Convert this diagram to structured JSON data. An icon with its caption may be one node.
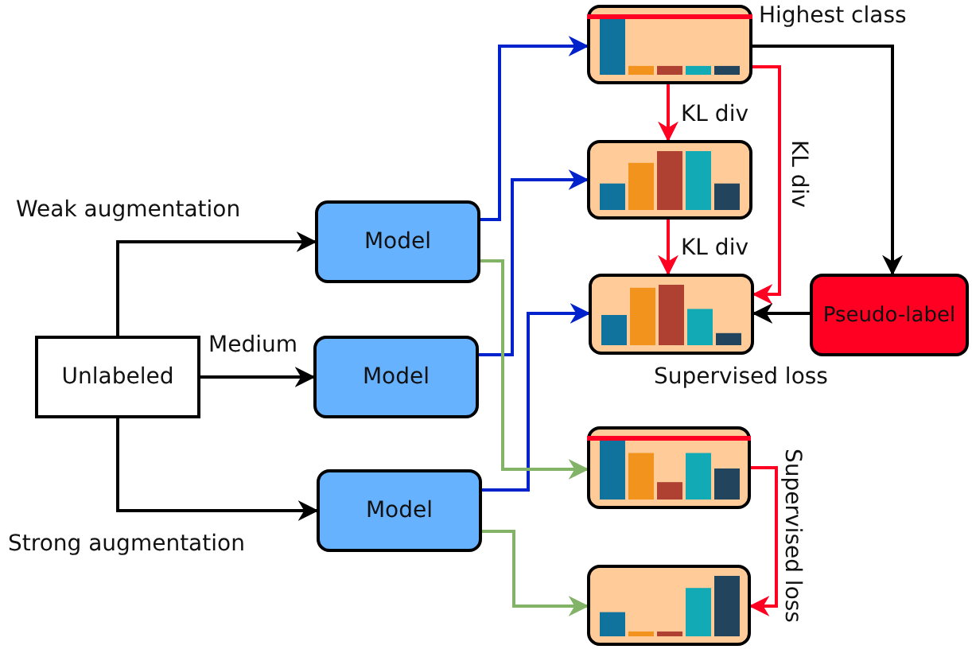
{
  "diagram": {
    "nodes": [
      {
        "text": [
          "Unlabeled"
        ]
      },
      {
        "text": [
          "Model"
        ]
      },
      {
        "text": [
          "Model"
        ]
      },
      {
        "text": [
          "Model"
        ]
      },
      {
        "text": [],
        "shape": "box",
        "beside": [
          "Highest class"
        ]
      },
      {
        "text": [],
        "shape": "box"
      },
      {
        "text": [],
        "shape": "box",
        "beside": [
          "Supervised loss"
        ]
      },
      {
        "text": [],
        "shape": "box"
      },
      {
        "text": [],
        "shape": "box"
      },
      {
        "text": [
          "Pseudo-label"
        ]
      }
    ],
    "edges": [
      {
        "from": 0,
        "to": 1,
        "arrow": "to",
        "label": "Weak augmentation"
      },
      {
        "from": 0,
        "to": 2,
        "arrow": "to",
        "label": "Medium"
      },
      {
        "from": 0,
        "to": 3,
        "arrow": "to",
        "label": "Strong augmentation"
      },
      {
        "from": 1,
        "to": 4,
        "arrow": "to",
        "color": "#0022cc"
      },
      {
        "from": 2,
        "to": 5,
        "arrow": "to",
        "color": "#0022cc"
      },
      {
        "from": 3,
        "to": 6,
        "arrow": "to",
        "color": "#0022cc"
      },
      {
        "from": 1,
        "to": 7,
        "arrow": "to",
        "color": "#82b366"
      },
      {
        "from": 3,
        "to": 8,
        "arrow": "to",
        "color": "#82b366"
      },
      {
        "from": 4,
        "to": 5,
        "arrow": "to",
        "label": "KL div",
        "color": "#ff0022"
      },
      {
        "from": 5,
        "to": 6,
        "arrow": "to",
        "label": "KL div",
        "color": "#ff0022"
      },
      {
        "from": 4,
        "to": 6,
        "arrow": "to",
        "label": "KL div",
        "color": "#ff0022"
      },
      {
        "from": 4,
        "to": 9,
        "arrow": "to"
      },
      {
        "from": 9,
        "to": 6,
        "arrow": "to"
      },
      {
        "from": 7,
        "to": 8,
        "arrow": "to",
        "label": "Supervised loss",
        "color": "#ff0022"
      }
    ]
  }
}
